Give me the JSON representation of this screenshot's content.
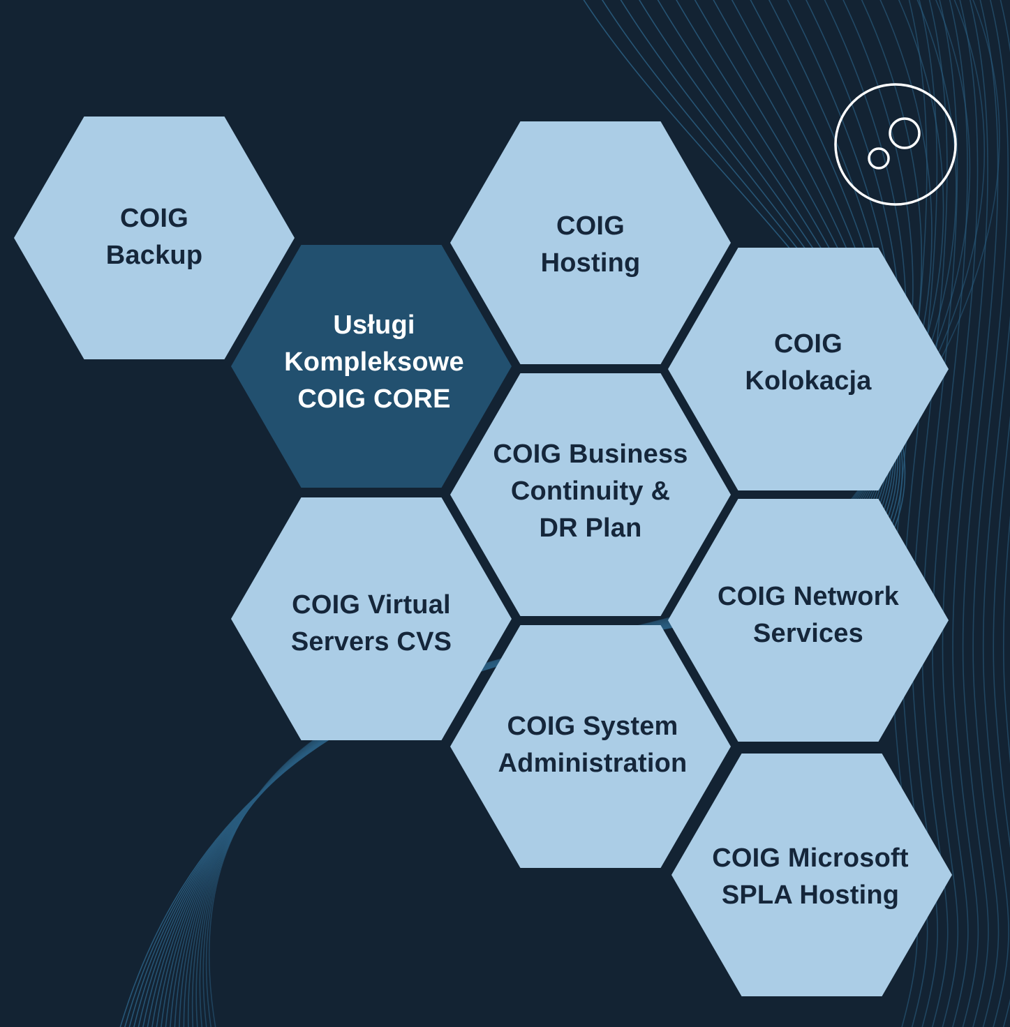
{
  "diagram": {
    "hexagons": [
      {
        "id": "backup",
        "label": "COIG\nBackup",
        "highlighted": false
      },
      {
        "id": "core",
        "label": "Usługi\nKompleksowe\nCOIG CORE",
        "highlighted": true
      },
      {
        "id": "hosting",
        "label": "COIG\nHosting",
        "highlighted": false
      },
      {
        "id": "kolokacja",
        "label": "COIG\nKolokacja",
        "highlighted": false
      },
      {
        "id": "bc",
        "label": "COIG Business\nContinuity &\nDR Plan",
        "highlighted": false
      },
      {
        "id": "cvs",
        "label": "COIG Virtual\nServers CVS",
        "highlighted": false
      },
      {
        "id": "network",
        "label": "COIG Network\nServices",
        "highlighted": false
      },
      {
        "id": "sysadmin",
        "label": "COIG System\nAdministration",
        "highlighted": false
      },
      {
        "id": "spla",
        "label": "COIG Microsoft\nSPLA Hosting",
        "highlighted": false
      }
    ]
  },
  "colors": {
    "background": "#132333",
    "hex_fill": "#abcde6",
    "hex_highlight": "#22506f",
    "text_dark": "#15263a",
    "text_light": "#ffffff",
    "wave_line": "#2a5d80",
    "logo_stroke": "#ffffff"
  },
  "icons": {
    "logo": "circles-logo-icon"
  }
}
